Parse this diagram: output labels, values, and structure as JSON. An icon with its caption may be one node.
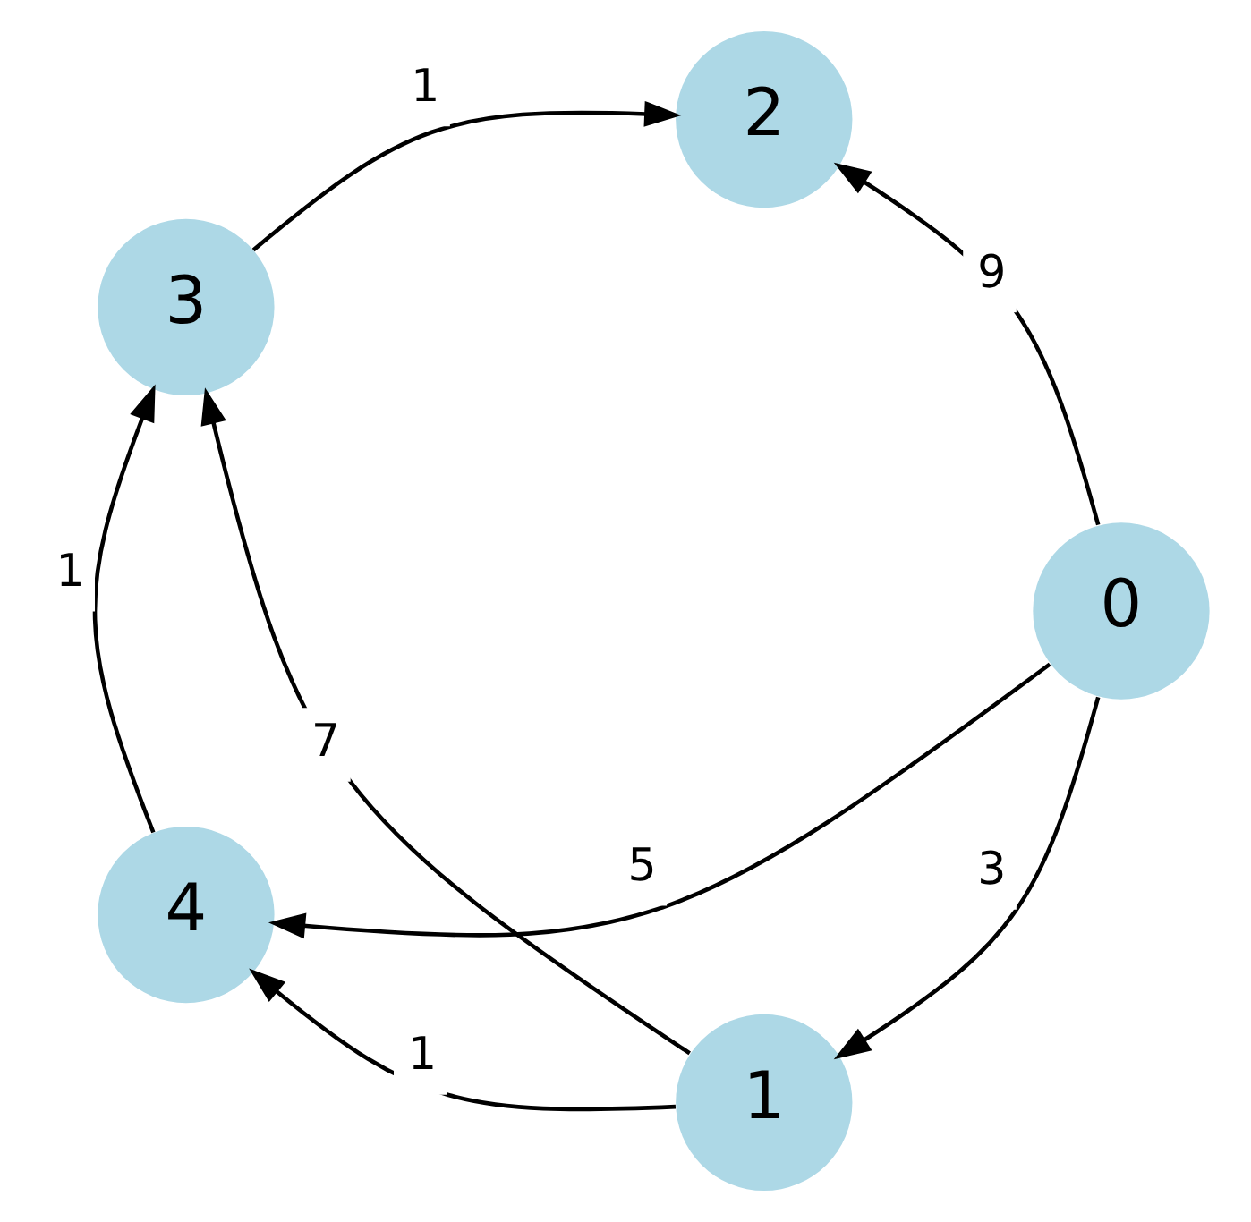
{
  "diagram": {
    "nodes": [
      {
        "text": [
          "1"
        ]
      },
      {
        "text": [
          "2"
        ]
      },
      {
        "text": [
          "0"
        ]
      },
      {
        "text": [
          "4"
        ]
      },
      {
        "text": [
          "3"
        ]
      }
    ],
    "edges": [
      {
        "from": 2,
        "to": 0,
        "arrow": "to",
        "label": "3"
      },
      {
        "from": 2,
        "to": 1,
        "arrow": "to",
        "label": "9"
      },
      {
        "from": 0,
        "to": 3,
        "arrow": "to",
        "label": "1"
      },
      {
        "from": 0,
        "to": 4,
        "arrow": "to",
        "label": "7"
      },
      {
        "from": 4,
        "to": 1,
        "arrow": "to",
        "label": "1"
      },
      {
        "from": 2,
        "to": 3,
        "arrow": "to",
        "label": "5"
      },
      {
        "from": 3,
        "to": 4,
        "arrow": "to",
        "label": "1"
      }
    ]
  }
}
